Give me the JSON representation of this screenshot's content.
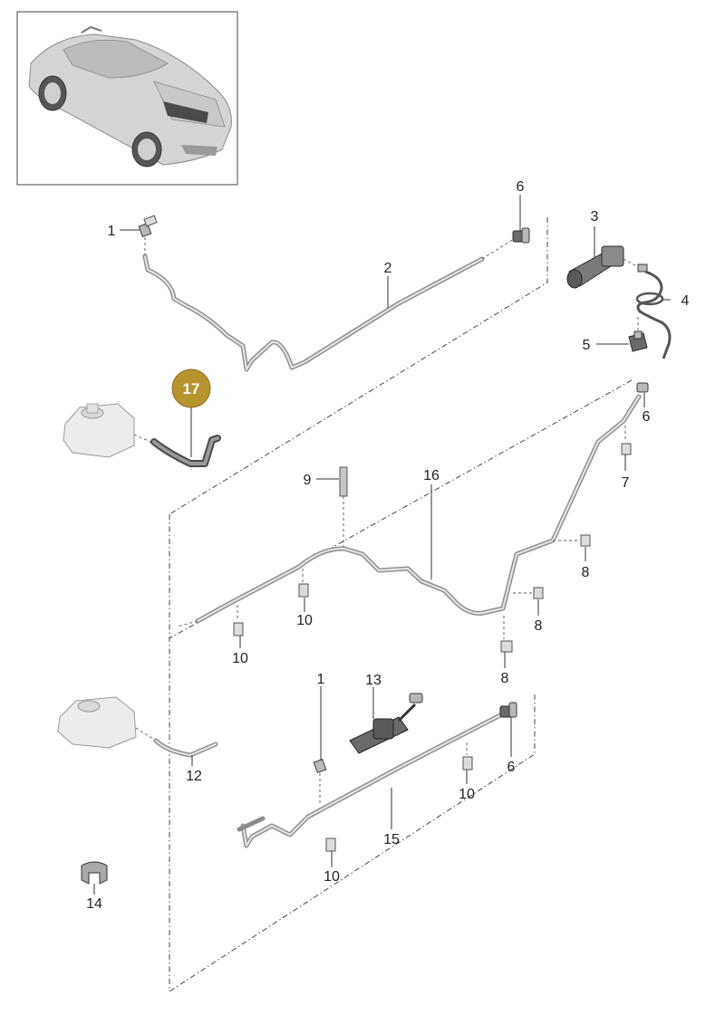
{
  "callouts": {
    "c1a": "1",
    "c2": "2",
    "c3": "3",
    "c4": "4",
    "c5": "5",
    "c6a": "6",
    "c6b": "6",
    "c6c": "6",
    "c7": "7",
    "c8a": "8",
    "c8b": "8",
    "c8c": "8",
    "c9": "9",
    "c10a": "10",
    "c10b": "10",
    "c10c": "10",
    "c10d": "10",
    "c12": "12",
    "c13": "13",
    "c1b": "1",
    "c14": "14",
    "c15": "15",
    "c16": "16"
  },
  "highlight": {
    "label": "17",
    "color": "#b8942f"
  },
  "colors": {
    "line": "#333333",
    "part": "#b8b8b8",
    "hose": "#4a4a4a"
  }
}
